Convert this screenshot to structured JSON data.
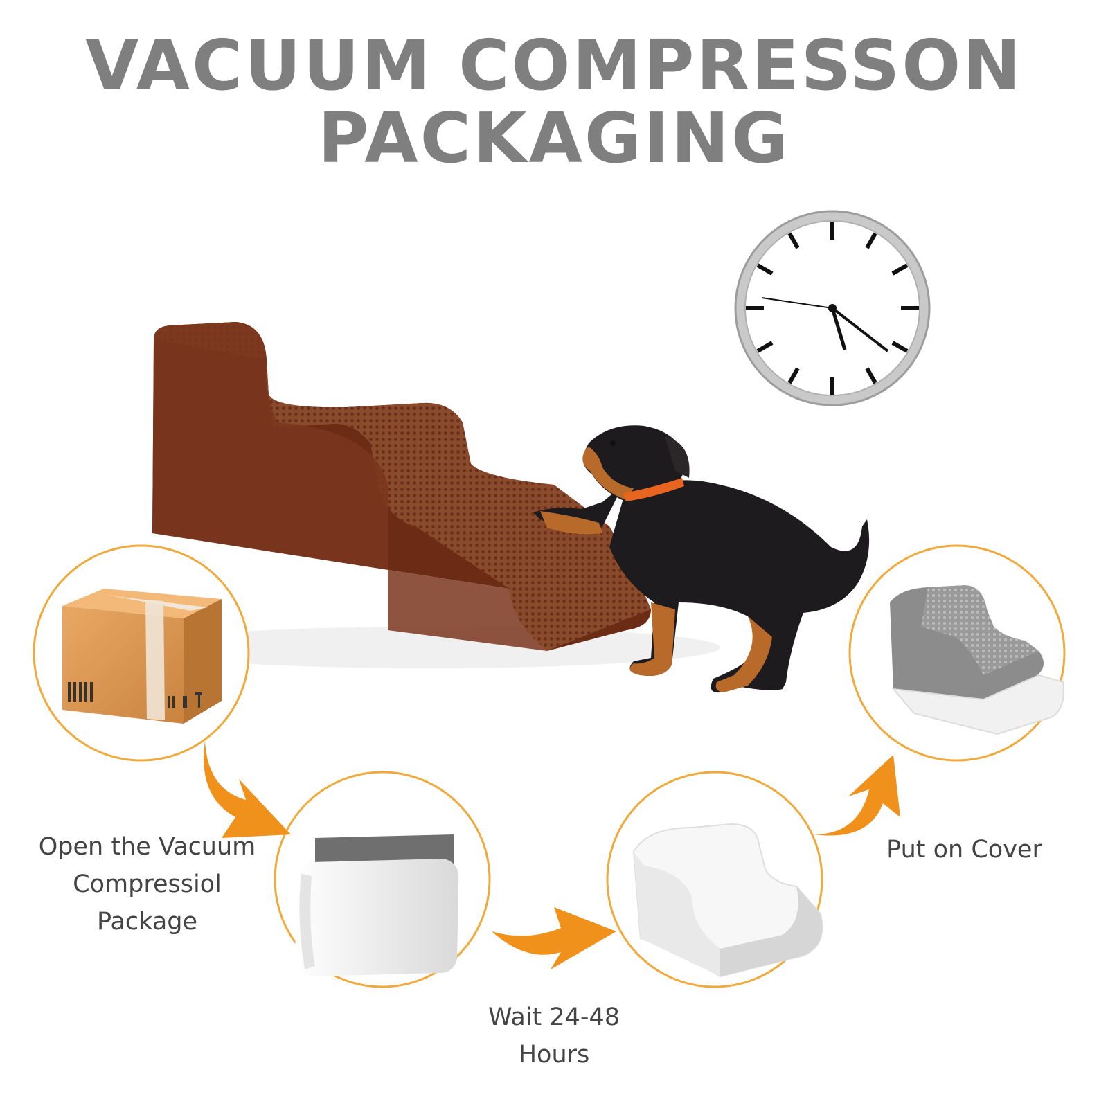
{
  "title": {
    "line1": "VACUUM COMPRESSON",
    "line2": "PACKAGING"
  },
  "steps": [
    {
      "caption_lines": [
        "Open the Vacuum",
        "Compressiol",
        "Package"
      ]
    },
    {
      "caption_lines": [
        "Wait 24-48",
        "Hours"
      ]
    },
    {
      "caption_lines": [
        "Put on Cover"
      ]
    }
  ],
  "colors": {
    "title": "#7f7f7f",
    "circle_border": "#f0a93a",
    "arrow": "#f0911c",
    "stairs": "#7b3a22",
    "caption": "#444444"
  },
  "icons": [
    "clock-icon",
    "cardboard-box-icon",
    "compressed-foam-icon",
    "foam-stairs-icon",
    "covered-stairs-icon",
    "dog-icon",
    "arrow-icon"
  ]
}
